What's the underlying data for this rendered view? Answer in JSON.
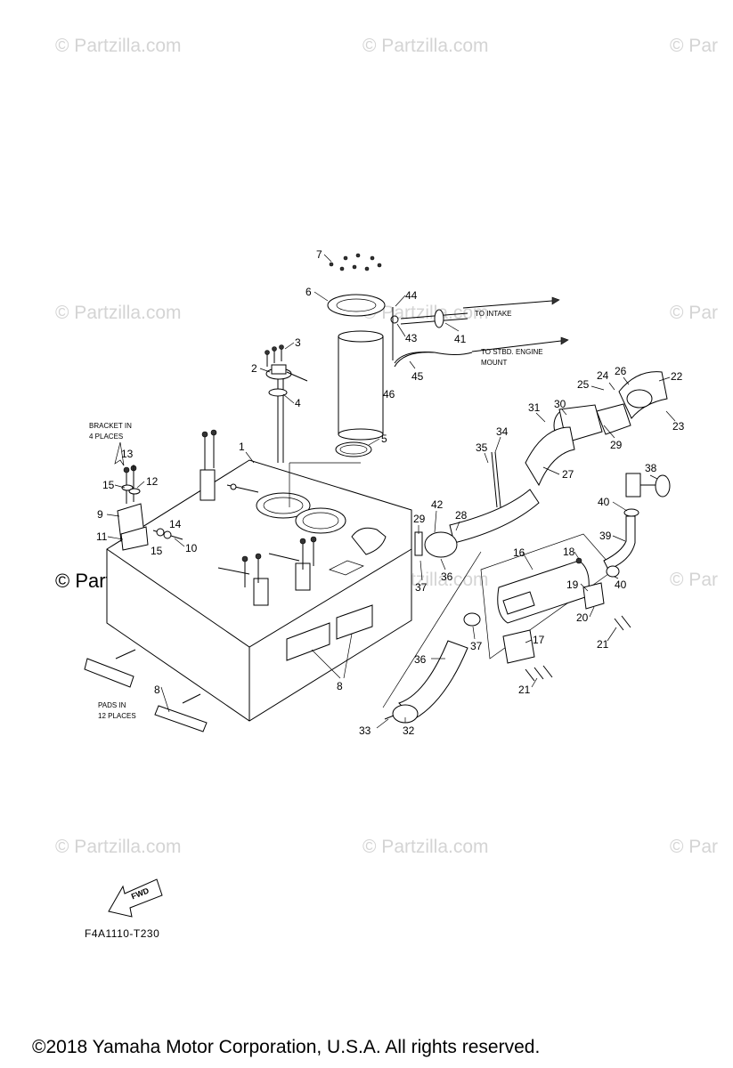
{
  "watermarks": {
    "text": "© Partzilla.com",
    "text_clipped": "© Par",
    "strong": "© Partzilla.com"
  },
  "notes": {
    "to_intake": "TO INTAKE",
    "to_stbd_line1": "TO STBD. ENGINE",
    "to_stbd_line2": "MOUNT",
    "bracket_line1": "BRACKET IN",
    "bracket_line2": "4 PLACES",
    "pads_line1": "PADS IN",
    "pads_line2": "12 PLACES",
    "fwd": "FWD"
  },
  "callouts": {
    "c1": "1",
    "c2": "2",
    "c3": "3",
    "c4": "4",
    "c5": "5",
    "c6": "6",
    "c7": "7",
    "c8a": "8",
    "c8b": "8",
    "c9": "9",
    "c10": "10",
    "c11": "11",
    "c12": "12",
    "c13": "13",
    "c14": "14",
    "c15a": "15",
    "c15b": "15",
    "c16": "16",
    "c17": "17",
    "c18": "18",
    "c19": "19",
    "c20": "20",
    "c21a": "21",
    "c21b": "21",
    "c22": "22",
    "c23": "23",
    "c24": "24",
    "c25": "25",
    "c26": "26",
    "c27": "27",
    "c28": "28",
    "c29a": "29",
    "c29b": "29",
    "c30": "30",
    "c31": "31",
    "c32": "32",
    "c33": "33",
    "c34": "34",
    "c35": "35",
    "c36a": "36",
    "c36b": "36",
    "c37a": "37",
    "c37b": "37",
    "c38": "38",
    "c39": "39",
    "c40a": "40",
    "c40b": "40",
    "c41": "41",
    "c42": "42",
    "c43": "43",
    "c44": "44",
    "c45": "45",
    "c46": "46"
  },
  "reference_code": "F4A1110-T230",
  "copyright": "©2018  Yamaha Motor Corporation, U.S.A. All rights reserved."
}
